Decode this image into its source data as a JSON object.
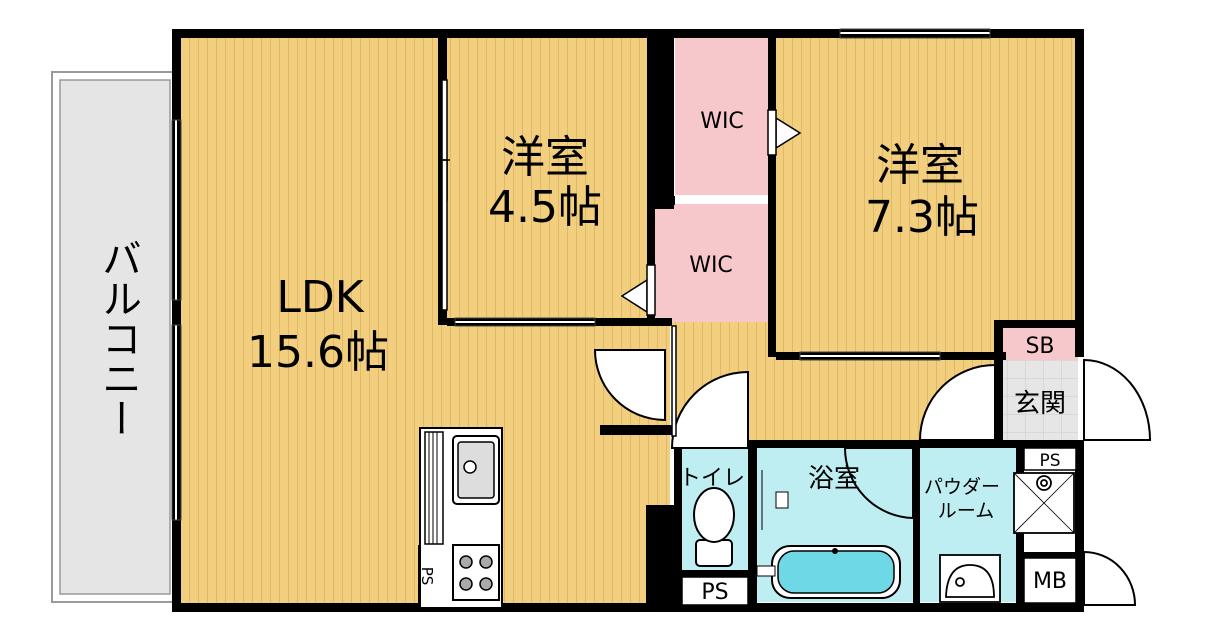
{
  "colors": {
    "floor": "#f2cf7e",
    "floor_line": "#e2b867",
    "wic": "#f7c8cb",
    "bath": "#bfeef2",
    "entry": "#e6e6e6",
    "balcony": "#e5e5e5",
    "wall": "#000000"
  },
  "labels": {
    "balcony": "バルコニー",
    "ldk_name": "LDK",
    "ldk_size": "15.6帖",
    "room1_name": "洋室",
    "room1_size": "4.5帖",
    "room2_name": "洋室",
    "room2_size": "7.3帖",
    "wic_upper": "WIC",
    "wic_lower": "WIC",
    "sb": "SB",
    "entrance": "玄関",
    "toilet": "トイレ",
    "bathroom": "浴室",
    "powder_line1": "パウダー",
    "powder_line2": "ルーム",
    "ps_kitchen": "PS",
    "ps_toilet": "PS",
    "ps_entry": "PS",
    "mb": "MB"
  }
}
